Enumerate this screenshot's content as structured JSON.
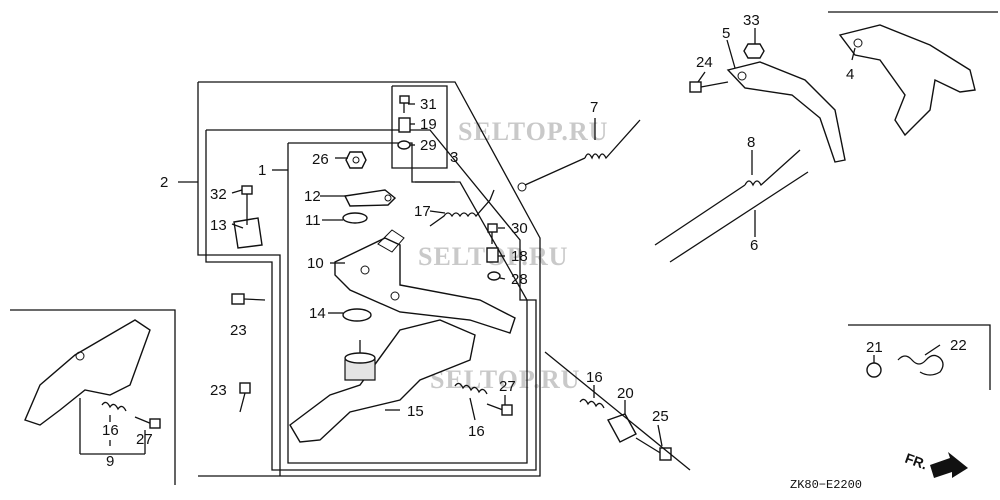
{
  "watermarks": [
    "SELTOP.RU",
    "SELTOP.RU",
    "SELTOP.RU"
  ],
  "diagram_code": "ZK80−E2200",
  "direction_label": "FR.",
  "callouts": {
    "p1": "1",
    "p2": "2",
    "p3": "3",
    "p4": "4",
    "p5": "5",
    "p6": "6",
    "p7": "7",
    "p8": "8",
    "p9": "9",
    "p10": "10",
    "p11": "11",
    "p12": "12",
    "p13": "13",
    "p14": "14",
    "p15": "15",
    "p16a": "16",
    "p16b": "16",
    "p16c": "16",
    "p17": "17",
    "p18": "18",
    "p19": "19",
    "p20": "20",
    "p21": "21",
    "p22": "22",
    "p23a": "23",
    "p23b": "23",
    "p24": "24",
    "p25": "25",
    "p26": "26",
    "p27a": "27",
    "p27b": "27",
    "p28": "28",
    "p29": "29",
    "p30": "30",
    "p31": "31",
    "p32": "32",
    "p33": "33"
  }
}
